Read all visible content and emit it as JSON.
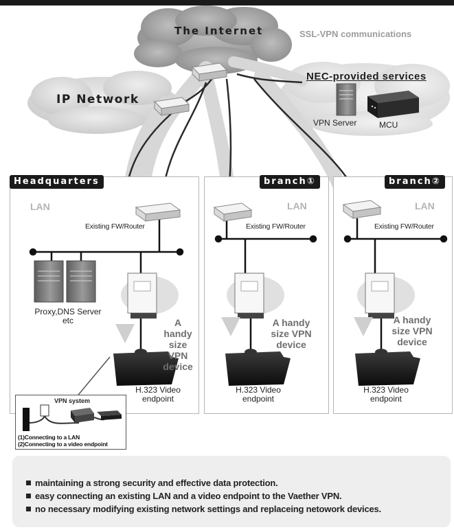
{
  "internet": {
    "label": "The Internet"
  },
  "ssl_vpn": {
    "label": "SSL-VPN communications"
  },
  "ip_network": {
    "label": "IP Network"
  },
  "nec": {
    "title": "NEC-provided services",
    "vpn_server": "VPN Server",
    "mcu": "MCU"
  },
  "sites": {
    "hq": {
      "title": "Headquarters",
      "lan": "LAN",
      "fw": "Existing FW/Router",
      "device": "A handy size VPN device",
      "endpoint": "H.323 Video endpoint",
      "proxy": "Proxy,DNS Server etc"
    },
    "b1": {
      "title": "branch①",
      "lan": "LAN",
      "fw": "Existing FW/Router",
      "device": "A handy size VPN device",
      "endpoint": "H.323 Video endpoint"
    },
    "b2": {
      "title": "branch②",
      "lan": "LAN",
      "fw": "Existing FW/Router",
      "device": "A handy size VPN device",
      "endpoint": "H.323 Video endpoint"
    }
  },
  "vpn_system": {
    "title": "VPN system",
    "item1": "(1)Connecting to a LAN",
    "item2": "(2)Connecting to a video endpoint"
  },
  "bullets": [
    "maintaining a strong security and effective data protection.",
    "easy connecting an existing LAN and a video endpoint to the Vaether VPN.",
    "no necessary modifying existing network settings and replaceing netowork devices."
  ]
}
